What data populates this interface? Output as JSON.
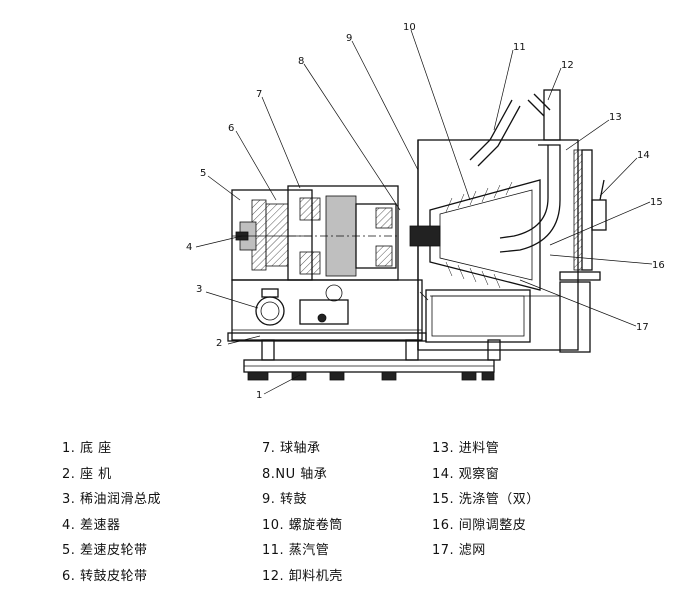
{
  "callouts": [
    "1",
    "2",
    "3",
    "4",
    "5",
    "6",
    "7",
    "8",
    "9",
    "10",
    "11",
    "12",
    "13",
    "14",
    "15",
    "16",
    "17"
  ],
  "legend": {
    "col1": [
      "1. 底 座",
      "2. 座 机",
      "3. 稀油润滑总成",
      "4. 差速器",
      "5. 差速皮轮带",
      "6. 转鼓皮轮带"
    ],
    "col2": [
      "7. 球轴承",
      "8.NU 轴承",
      "9. 转鼓",
      "10. 螺旋卷筒",
      "11. 蒸汽管",
      "12. 卸料机壳"
    ],
    "col3": [
      "13. 进料管",
      "14. 观察窗",
      "15. 洗涤管（双）",
      "16. 间隙调整皮",
      "17. 滤网"
    ]
  }
}
